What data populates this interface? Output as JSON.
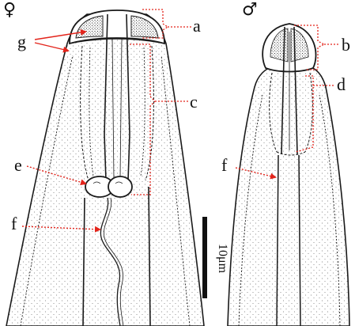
{
  "symbols": {
    "female": "♀",
    "male": "♂"
  },
  "labels": {
    "a": "a",
    "b": "b",
    "c": "c",
    "d": "d",
    "e": "e",
    "f_female": "f",
    "f_male": "f",
    "g": "g"
  },
  "scale_bar": {
    "text": "10μm"
  },
  "colors": {
    "outline": "#1a1a1a",
    "stipple": "#6b6b6b",
    "pointer": "#e3241b",
    "ink": "#111111"
  }
}
